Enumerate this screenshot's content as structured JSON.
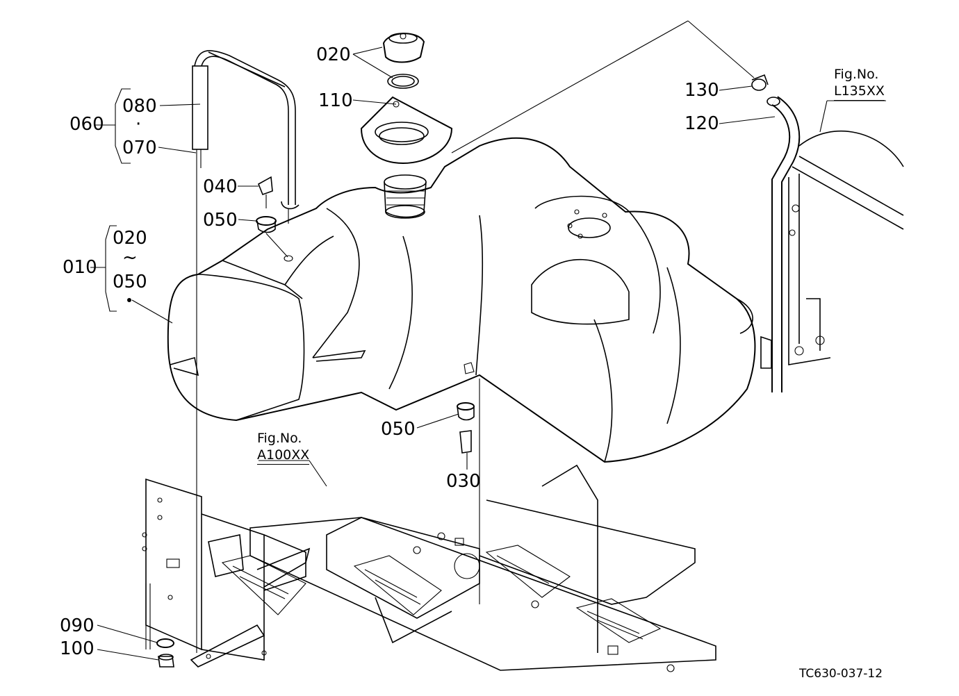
{
  "parts": {
    "p020_top": "020",
    "p110": "110",
    "p060": "060",
    "p080": "080",
    "p070": "070",
    "p040": "040",
    "p050_upper": "050",
    "p010": "010",
    "p020_range": "020",
    "p050_range": "050",
    "p050_lower": "050",
    "p030": "030",
    "p130": "130",
    "p120": "120",
    "p090": "090",
    "p100": "100"
  },
  "range_symbol": "~",
  "dot_symbol": "·",
  "refs": {
    "ref1_line1": "Fig.No.",
    "ref1_line2": "L135XX",
    "ref2_line1": "Fig.No.",
    "ref2_line2": "A100XX"
  },
  "drawing_code": "TC630-037-12"
}
